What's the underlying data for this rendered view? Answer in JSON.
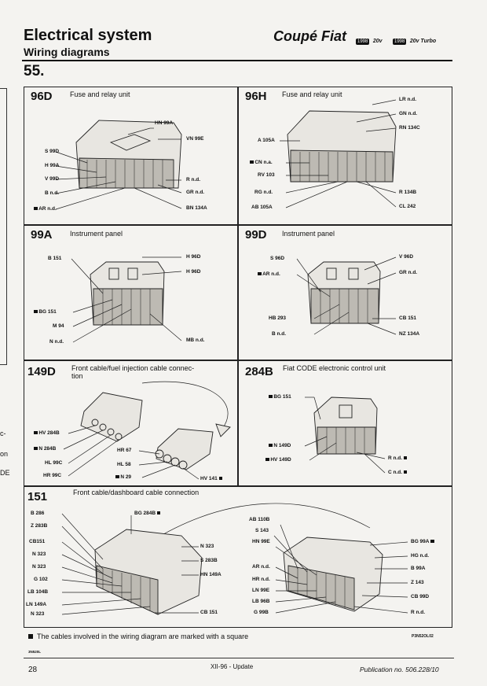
{
  "header": {
    "title": "Electrical system",
    "subtitle": "Wiring diagrams",
    "model": "Coupé Fiat",
    "badge1_text": "1998",
    "badge1_suffix": "20v",
    "badge2_text": "1998",
    "badge2_suffix": "20v Turbo",
    "section": "55."
  },
  "margin_text": [
    "c-",
    "on",
    "DE"
  ],
  "panels": {
    "p96d": {
      "code": "96D",
      "title": "Fuse and relay unit",
      "labels": [
        "HN 99A",
        "VN 99E",
        "S 99D",
        "H 99A",
        "V 99D",
        "R n.d.",
        "B n.d.",
        "GR n.d.",
        "AR n.d.",
        "BN 134A"
      ]
    },
    "p96h": {
      "code": "96H",
      "title": "Fuse and relay unit",
      "labels": [
        "LR n.d.",
        "GN n.d.",
        "RN 134C",
        "A 105A",
        "CN n.a.",
        "RV 103",
        "RG n.d.",
        "R 134B",
        "AB 105A",
        "CL 242"
      ]
    },
    "p99a": {
      "code": "99A",
      "title": "Instrument panel",
      "labels": [
        "B 151",
        "H 96D",
        "H 96D",
        "BG 151",
        "M 94",
        "N n.d.",
        "MB n.d."
      ]
    },
    "p99d": {
      "code": "99D",
      "title": "Instrument panel",
      "labels": [
        "S 96D",
        "V 96D",
        "AR n.d.",
        "GR n.d.",
        "HB 293",
        "CB 151",
        "B n.d.",
        "NZ 134A"
      ]
    },
    "p149d": {
      "code": "149D",
      "title": "Front cable/fuel injection cable connec-",
      "title2": "tion",
      "labels": [
        "HV 284B",
        "N 284B",
        "HL 99C",
        "HR 99C",
        "HR 67",
        "HL 58",
        "N 29",
        "HV 141"
      ]
    },
    "p284b": {
      "code": "284B",
      "title": "Fiat CODE electronic control unit",
      "labels": [
        "BG 151",
        "N 149D",
        "HV 149D",
        "R n.d.",
        "C n.d."
      ]
    },
    "p151": {
      "code": "151",
      "title": "Front cable/dashboard cable connection",
      "left_labels": [
        "B 286",
        "BG 284B",
        "Z 283B",
        "CB151",
        "N 323",
        "N 323",
        "S 283B",
        "G 102",
        "HN 149A",
        "LB 104B",
        "LN 149A",
        "N 323",
        "CB 151"
      ],
      "right_labels": [
        "AB 110B",
        "S 143",
        "HN 99E",
        "BG 99A",
        "HG n.d.",
        "AR n.d.",
        "B 99A",
        "HR n.d.",
        "Z 143",
        "LN 99E",
        "CB 99D",
        "LB 96B",
        "G 99B",
        "R n.d."
      ]
    }
  },
  "footnote": "The cables involved in the wiring diagram are marked with a square",
  "fig_code": "P3N52OL02",
  "small_code": "3N520L",
  "footer": {
    "page": "28",
    "center": "XII-96 - Update",
    "publication": "Publication no. 506.228/10"
  }
}
